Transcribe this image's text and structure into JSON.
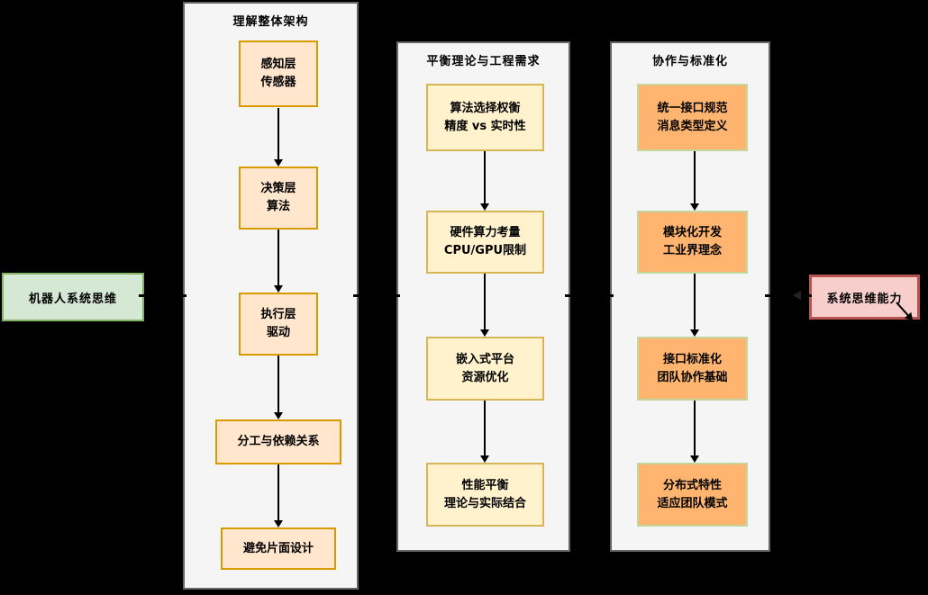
{
  "diagram": {
    "left_node": {
      "label": "机器人系统思维"
    },
    "right_node": {
      "label": "系统思维能力"
    },
    "panels": [
      {
        "title": "理解整体架构",
        "nodes": [
          {
            "lines": [
              "感知层",
              "传感器"
            ]
          },
          {
            "lines": [
              "决策层",
              "算法"
            ]
          },
          {
            "lines": [
              "执行层",
              "驱动"
            ]
          },
          {
            "lines": [
              "分工与依赖关系"
            ]
          },
          {
            "lines": [
              "避免片面设计"
            ]
          }
        ]
      },
      {
        "title": "平衡理论与工程需求",
        "nodes": [
          {
            "lines": [
              "算法选择权衡",
              "精度 vs 实时性"
            ]
          },
          {
            "lines": [
              "硬件算力考量",
              "CPU/GPU限制"
            ]
          },
          {
            "lines": [
              "嵌入式平台",
              "资源优化"
            ]
          },
          {
            "lines": [
              "性能平衡",
              "理论与实际结合"
            ]
          }
        ]
      },
      {
        "title": "协作与标准化",
        "nodes": [
          {
            "lines": [
              "统一接口规范",
              "消息类型定义"
            ]
          },
          {
            "lines": [
              "模块化开发",
              "工业界理念"
            ]
          },
          {
            "lines": [
              "接口标准化",
              "团队协作基础"
            ]
          },
          {
            "lines": [
              "分布式特性",
              "适应团队模式"
            ]
          }
        ]
      }
    ],
    "colors": {
      "background": "#000000",
      "panel_fill": "#f5f5f5",
      "panel_border": "#666666",
      "arch_node_fill": "#ffe6cc",
      "arch_node_border": "#d79b00",
      "balance_node_fill": "#fff2cc",
      "balance_node_border": "#d6b656",
      "collab_node_fill": "#ffb570",
      "collab_node_border": "#c3d69b",
      "left_node_fill": "#d5e8d4",
      "left_node_border": "#82b366",
      "right_node_fill": "#f8cecc",
      "right_node_border": "#b85450",
      "arrow_color": "#000000"
    }
  }
}
